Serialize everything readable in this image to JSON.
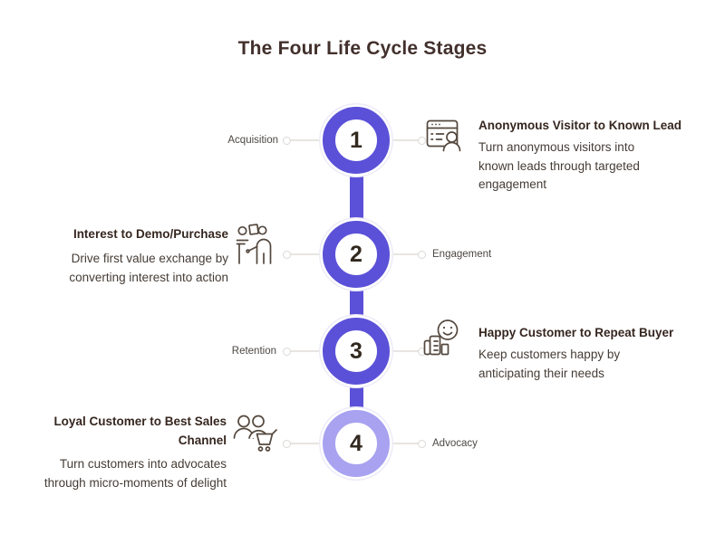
{
  "page": {
    "title": "The Four Life Cycle Stages"
  },
  "colors": {
    "accent": "#5B51D8",
    "accent_light": "#A8A2F0",
    "line": "#E8E5E2",
    "title_text": "#42302C",
    "heading_text": "#36261F",
    "body_text": "#453C35",
    "label_text": "#4C4744"
  },
  "stages": [
    {
      "number": "1",
      "label": "Acquisition",
      "title": "Anonymous Visitor to Known Lead",
      "description": "Turn anonymous visitors into\nknown leads through targeted\nengagement",
      "icon": "browser-user-icon"
    },
    {
      "number": "2",
      "label": "Engagement",
      "title": "Interest to Demo/Purchase",
      "description": "Drive first value exchange by\nconverting interest into action",
      "icon": "presentation-pitch-icon"
    },
    {
      "number": "3",
      "label": "Retention",
      "title": "Happy Customer to Repeat Buyer",
      "description": "Keep customers happy by\nanticipating their needs",
      "icon": "smiley-thumbs-up-icon"
    },
    {
      "number": "4",
      "label": "Advocacy",
      "title": "Loyal Customer to Best Sales\nChannel",
      "description": "Turn customers into advocates\nthrough micro-moments of delight",
      "icon": "customers-cart-icon"
    }
  ]
}
